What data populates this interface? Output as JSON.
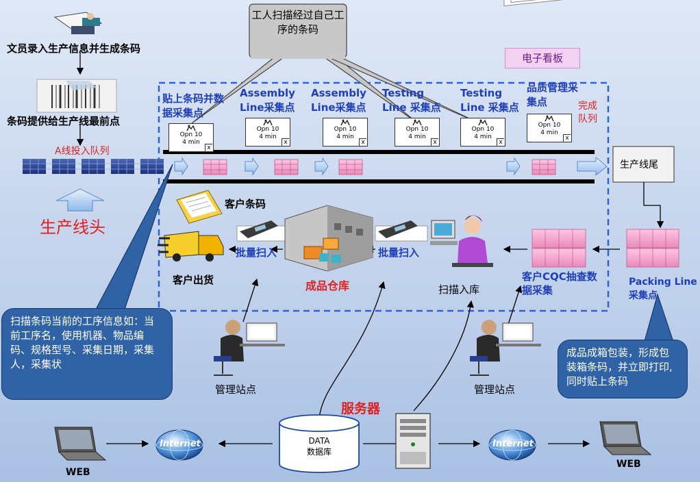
{
  "top": {
    "clerk_label": "文员录入生产信息并生成条码",
    "barcode_label": "条码提供给生产线最前点",
    "queue_label": "A线投入队列",
    "line_head": "生产线头"
  },
  "callout_worker": "工人扫描经过自己工序的条码",
  "kanban_label": "电子看板",
  "stations": [
    {
      "title": "贴上条码并数据采集点",
      "opn": "Opn 10",
      "time": "4 min",
      "x": "x"
    },
    {
      "title": "Assembly Line采集点",
      "opn": "Opn 10",
      "time": "4 min",
      "x": "x"
    },
    {
      "title": "Assembly Line采集点",
      "opn": "Opn 10",
      "time": "4 min",
      "x": "x"
    },
    {
      "title": "Testing Line 采集点",
      "opn": "Opn 10",
      "time": "4 min",
      "x": "x"
    },
    {
      "title": "Testing Line 采集点",
      "opn": "Opn 10",
      "time": "4 min",
      "x": "x"
    },
    {
      "title": "品质管理采集点",
      "opn": "Opn 10",
      "time": "4 min",
      "x": "x"
    }
  ],
  "done_queue": "完成队列",
  "line_tail": "生产线尾",
  "customer_barcode": "客户条码",
  "batch_scan_left": "批量扫入",
  "batch_scan_right": "批量扫入",
  "customer_ship": "客户出货",
  "warehouse": "成品仓库",
  "scan_in": "扫描入库",
  "cqc": "客户CQC抽查数据采集",
  "packing": "Packing Line 采集点",
  "callout_left": "扫描条码当前的工序信息如：当前工序名，使用机器、物品编码、规格型号、采集日期，采集人，采集状",
  "callout_right": "成品成箱包装，形成包装箱条码，并立即打印,同时贴上条码",
  "mgmt_left": "管理站点",
  "mgmt_right": "管理站点",
  "server_label": "服务器",
  "db_line1": "DATA",
  "db_line2": "数据库",
  "internet_left": "Internet",
  "internet_right": "Internet",
  "web_left": "WEB",
  "web_right": "WEB",
  "colors": {
    "accent_blue": "#1f3fb8",
    "red": "#e02020",
    "pink": "#f4a6cf",
    "callout": "#2f63a6"
  }
}
